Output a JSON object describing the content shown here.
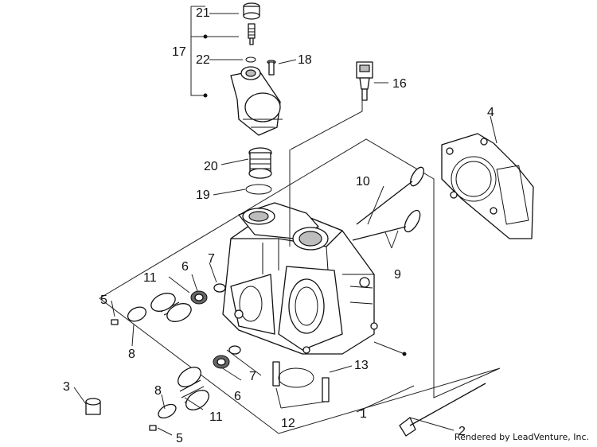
{
  "callouts": {
    "c1": "1",
    "c2": "2",
    "c3": "3",
    "c4": "4",
    "c5a": "5",
    "c5b": "5",
    "c6a": "6",
    "c6b": "6",
    "c7a": "7",
    "c7b": "7",
    "c8a": "8",
    "c8b": "8",
    "c9": "9",
    "c10": "10",
    "c11a": "11",
    "c11b": "11",
    "c12": "12",
    "c13": "13",
    "c16": "16",
    "c17": "17",
    "c18": "18",
    "c19": "19",
    "c20": "20",
    "c21": "21",
    "c22": "22"
  },
  "credit": "Rendered by LeadVenture, Inc.",
  "colors": {
    "line": "#111111",
    "fill": "#ffffff",
    "shade": "#bdbdbd"
  }
}
